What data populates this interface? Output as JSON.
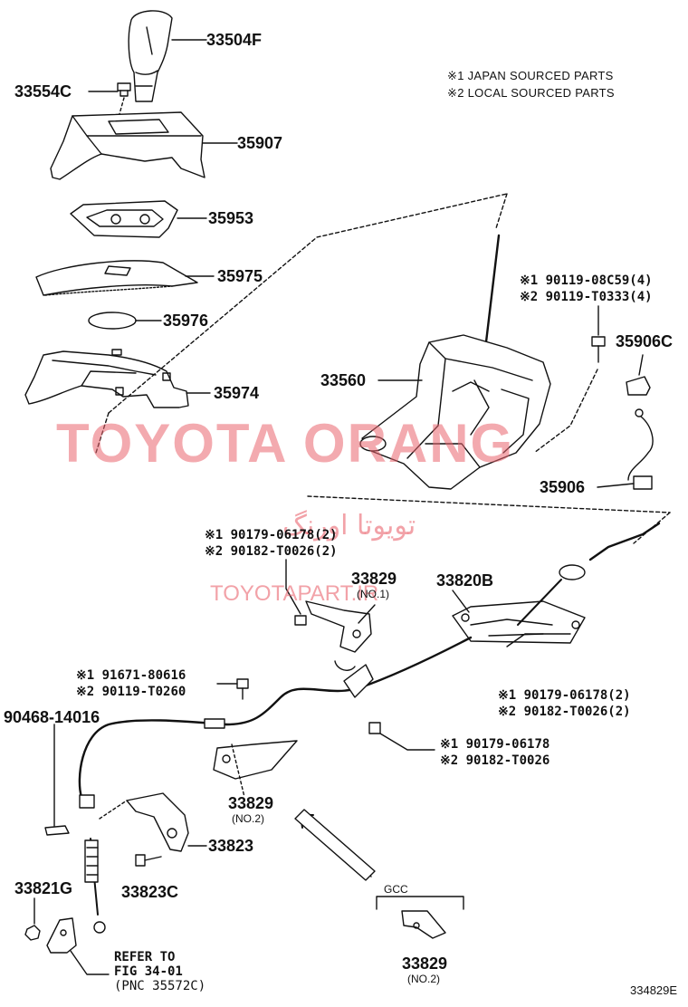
{
  "notes": {
    "japan": "※1 JAPAN SOURCED PARTS",
    "local": "※2 LOCAL SOURCED PARTS"
  },
  "parts": {
    "p33504F": "33504F",
    "p33554C": "33554C",
    "p35907": "35907",
    "p35953": "35953",
    "p35975": "35975",
    "p35976": "35976",
    "p35974": "35974",
    "p33560": "33560",
    "p35906C": "35906C",
    "p35906": "35906",
    "p33829_no1": "33829",
    "p33829_no1_sub": "(NO.1)",
    "p33820B": "33820B",
    "p90468": "90468-14016",
    "p33829_no2": "33829",
    "p33829_no2_sub": "(NO.2)",
    "p33823": "33823",
    "p33823C": "33823C",
    "p33821G": "33821G",
    "p33829_gcc": "33829",
    "p33829_gcc_sub": "(NO.2)",
    "gcc": "GCC"
  },
  "bolts": {
    "a1": "※1 90119-08C59(4)",
    "a2": "※2 90119-T0333(4)",
    "b1": "※1 90179-06178(2)",
    "b2": "※2 90182-T0026(2)",
    "c1": "※1 91671-80616",
    "c2": "※2 90119-T0260",
    "d1": "※1 90179-06178(2)",
    "d2": "※2 90182-T0026(2)",
    "e1": "※1 90179-06178",
    "e2": "※2 90182-T0026"
  },
  "refer": {
    "line1": "REFER TO",
    "line2": "FIG 34-01",
    "line3": "(PNC 35572C)"
  },
  "watermark": {
    "brand": "TOYOTA ORANG",
    "persian": "تویوتا اورنگ",
    "url": "TOYOTAPART.IR"
  },
  "diagram_id": "334829E"
}
